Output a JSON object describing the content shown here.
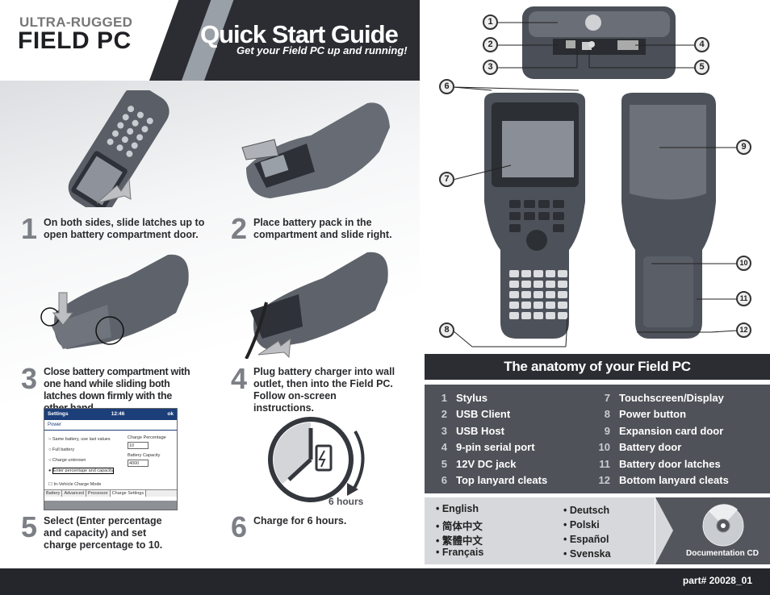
{
  "brand": {
    "line1": "ULTRA-RUGGED",
    "line2": "FIELD PC"
  },
  "title": "Quick Start Guide",
  "subtitle": "Get your Field PC up and running!",
  "steps": [
    {
      "num": "1",
      "text": "On both sides, slide latches up to open battery compartment door."
    },
    {
      "num": "2",
      "text": "Place battery pack in the compartment and slide right."
    },
    {
      "num": "3",
      "text": "Close battery compartment with one hand while sliding both latches down firmly with the other hand."
    },
    {
      "num": "4",
      "text": "Plug battery charger into wall outlet, then into the Field PC. Follow on-screen instructions."
    },
    {
      "num": "5",
      "text": "Select (Enter percentage and capacity) and set charge percentage to 10."
    },
    {
      "num": "6",
      "text": "Charge for 6 hours."
    }
  ],
  "clock_label": "6 hours",
  "settings_screen": {
    "title": "Settings",
    "time": "12:46",
    "ok": "ok",
    "section": "Power",
    "options": [
      "Same battery, use last values",
      "Full battery",
      "Charge unknown",
      "Enter percentage and capacity"
    ],
    "charge_pct_label": "Charge Percentage",
    "charge_pct": "10",
    "capacity_label": "Battery Capacity",
    "capacity": "4000",
    "checkbox": "In-Vehicle Charge Mode",
    "tabs": [
      "Battery",
      "Advanced",
      "Processor",
      "Charge Settings"
    ]
  },
  "anatomy_title": "The anatomy of your Field PC",
  "anatomy": [
    {
      "n": "1",
      "label": "Stylus"
    },
    {
      "n": "2",
      "label": "USB Client"
    },
    {
      "n": "3",
      "label": "USB Host"
    },
    {
      "n": "4",
      "label": "9-pin serial port"
    },
    {
      "n": "5",
      "label": "12V DC jack"
    },
    {
      "n": "6",
      "label": "Top lanyard cleats"
    },
    {
      "n": "7",
      "label": "Touchscreen/Display"
    },
    {
      "n": "8",
      "label": "Power button"
    },
    {
      "n": "9",
      "label": "Expansion card door"
    },
    {
      "n": "10",
      "label": "Battery door"
    },
    {
      "n": "11",
      "label": "Battery door latches"
    },
    {
      "n": "12",
      "label": "Bottom lanyard cleats"
    }
  ],
  "languages_left": [
    "• English",
    "• 简体中文",
    "• 繁體中文",
    "• Français"
  ],
  "languages_right": [
    "• Deutsch",
    "• Polski",
    "• Español",
    "• Svenska"
  ],
  "doc_cd": "Documentation CD",
  "part": "part# 20028_01",
  "callouts": [
    "1",
    "2",
    "3",
    "4",
    "5",
    "6",
    "7",
    "8",
    "9",
    "10",
    "11",
    "12"
  ]
}
